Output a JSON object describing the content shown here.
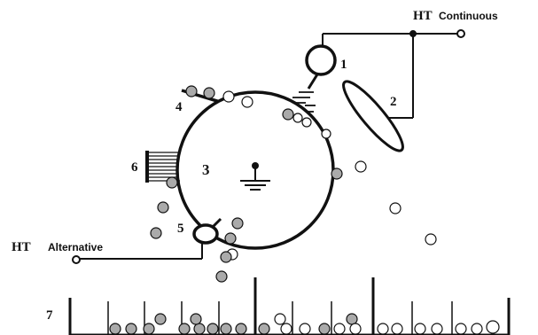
{
  "labels": {
    "ht_top_prefix": "HT",
    "ht_top_suffix": "Continuous",
    "ht_left_prefix": "HT",
    "ht_left_suffix": "Alternative"
  },
  "component_numbers": {
    "electrode_1": "1",
    "deflector_2": "2",
    "brush_4": "4",
    "drum_3": "3",
    "electrode_5": "5",
    "comb_6": "6",
    "bins_7": "7"
  },
  "colors": {
    "ink": "#111111",
    "particle_grey": "#aaaaaa",
    "particle_white": "#ffffff"
  }
}
